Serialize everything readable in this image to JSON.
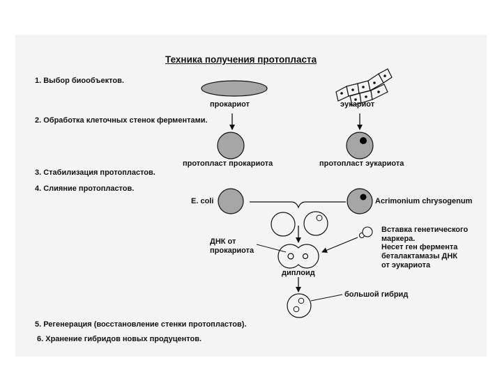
{
  "title": "Техника получения протопласта",
  "steps": [
    "1. Выбор биообъектов.",
    "2. Обработка клеточных стенок ферментами.",
    "3. Стабилизация протопластов.",
    "4. Слияние протопластов.",
    "5. Регенерация (восстановление стенки протопластов).",
    "6. Хранение гибридов новых продуцентов."
  ],
  "labels": {
    "prokaryote": "прокариот",
    "eukaryote": "эукариот",
    "protoplast_prokaryote": "протопласт прокариота",
    "protoplast_eukaryote": "протопласт эукариота",
    "ecoli": "E. coli",
    "acrimonium": "Acrimonium chrysogenum",
    "dna_from_prokaryote": "ДНК от\nпрокариота",
    "diploid": "диплоид",
    "big_hybrid": "большой гибрид",
    "marker_insert": "Вставка генетического\nмаркера.\nНесет ген фермента\nбеталактамазы ДНК\n от эукариота"
  },
  "colors": {
    "page": "#ffffff",
    "sheet": "#f4f4f4",
    "cell_fill": "#a6a6a6",
    "nucleus": "#000000",
    "stroke": "#111111"
  }
}
